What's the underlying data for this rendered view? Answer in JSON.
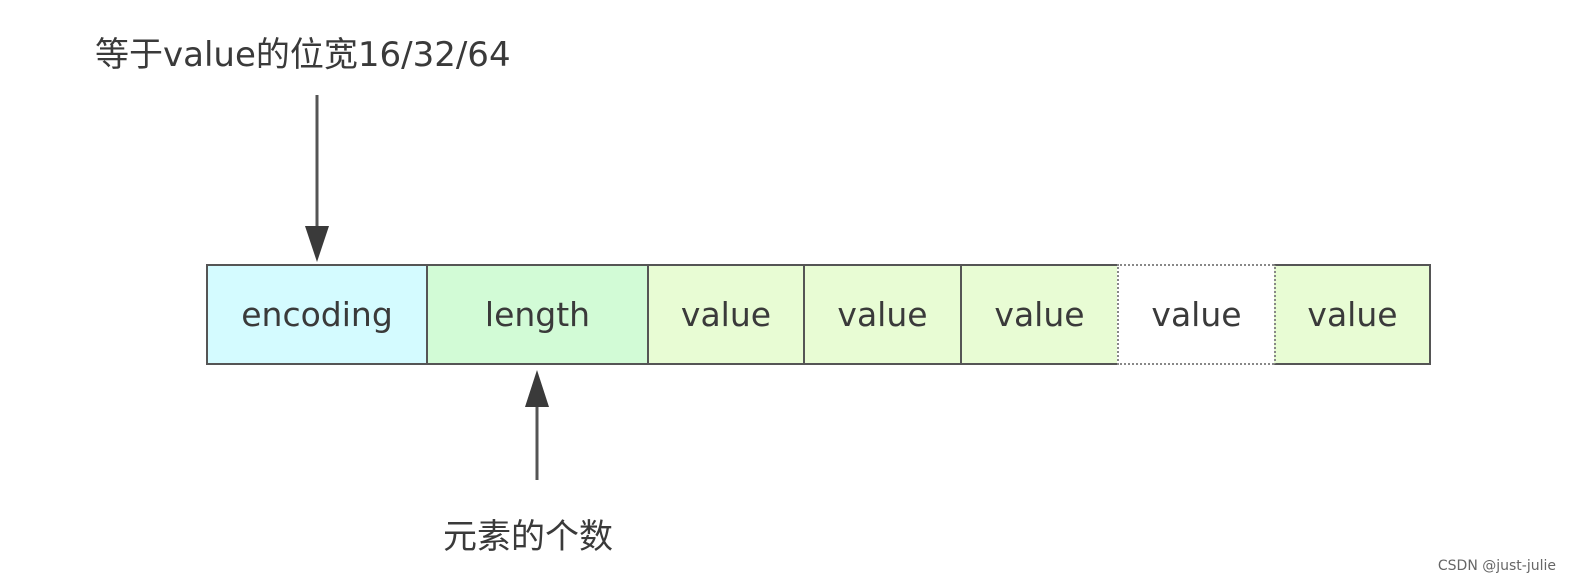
{
  "annotations": {
    "top": "等于value的位宽16/32/64",
    "bottom": "元素的个数"
  },
  "cells": [
    {
      "label": "encoding",
      "fill": "#d4fbff",
      "style": "solid"
    },
    {
      "label": "length",
      "fill": "#d2fbd6",
      "style": "solid"
    },
    {
      "label": "value",
      "fill": "#e8fcd4",
      "style": "solid"
    },
    {
      "label": "value",
      "fill": "#e8fcd4",
      "style": "solid"
    },
    {
      "label": "value",
      "fill": "#e8fcd4",
      "style": "solid"
    },
    {
      "label": "value",
      "fill": "#ffffff",
      "style": "dotted"
    },
    {
      "label": "value",
      "fill": "#e8fcd4",
      "style": "solid"
    }
  ],
  "watermark": "CSDN @just-julie"
}
